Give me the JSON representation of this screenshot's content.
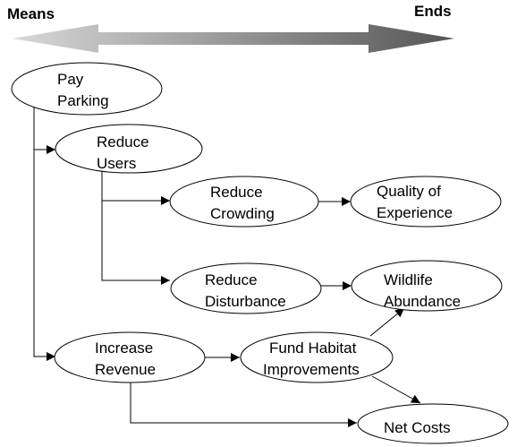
{
  "header": {
    "left_label": "Means",
    "right_label": "Ends"
  },
  "nodes": {
    "pay_parking": {
      "line1": "Pay",
      "line2": "Parking"
    },
    "reduce_users": {
      "line1": "Reduce",
      "line2": "Users"
    },
    "reduce_crowding": {
      "line1": "Reduce",
      "line2": "Crowding"
    },
    "quality_experience": {
      "line1": "Quality of",
      "line2": "Experience"
    },
    "reduce_disturbance": {
      "line1": "Reduce",
      "line2": "Disturbance"
    },
    "wildlife_abundance": {
      "line1": "Wildlife",
      "line2": "Abundance"
    },
    "increase_revenue": {
      "line1": "Increase",
      "line2": "Revenue"
    },
    "fund_habitat": {
      "line1": "Fund Habitat",
      "line2": "Improvements"
    },
    "net_costs": {
      "line1": "Net Costs"
    }
  },
  "colors": {
    "arrow_light": "#d8d8d8",
    "arrow_dark": "#555555",
    "stroke": "#000000"
  }
}
